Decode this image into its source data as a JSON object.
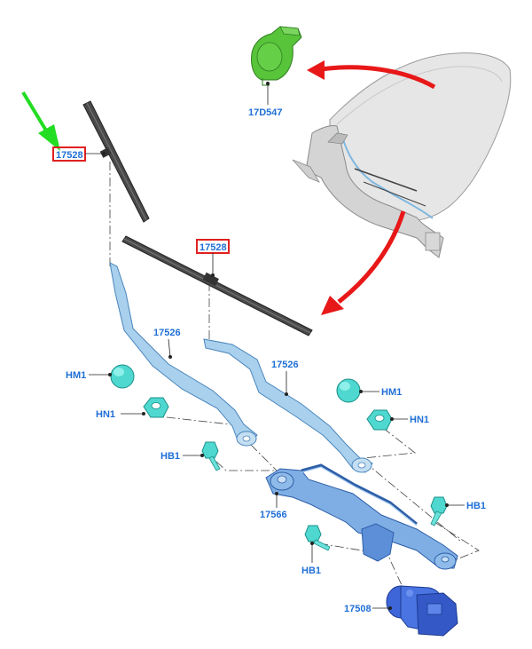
{
  "callouts": {
    "blade_left": "17528",
    "blade_right": "17528",
    "arm_left": "17526",
    "arm_right": "17526",
    "cowl_cap": "17D547",
    "cap_left": "HM1",
    "cap_right": "HM1",
    "nut_left": "HN1",
    "nut_right": "HN1",
    "bolt_upper": "HB1",
    "bolt_right": "HB1",
    "bolt_lower": "HB1",
    "linkage": "17566",
    "motor": "17508"
  },
  "colors": {
    "callout_text": "#1f6fd6",
    "highlight_box": "#e02020",
    "pointer_arrow": "#22dd22",
    "reference_arrow": "#e81818",
    "part_light_blue": "#a9d0ec",
    "part_dark": "#4a4a4a",
    "cowl_cap_green": "#57c43a",
    "hardware_teal": "#4fd8d0",
    "motor_blue": "#3f66d9"
  }
}
